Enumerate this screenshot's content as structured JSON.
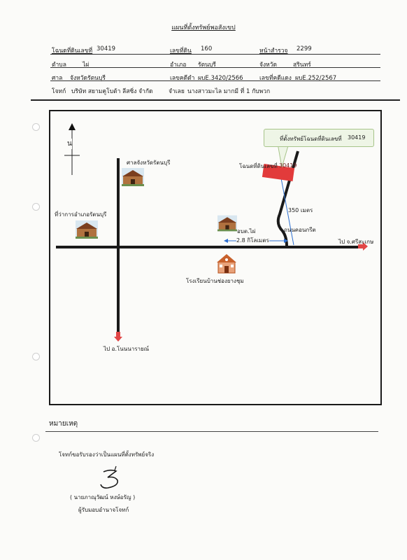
{
  "header": {
    "title": "แผนที่ตั้งทรัพย์พอสังเขป",
    "row1": {
      "deed_label": "โฉนดที่ดินเลขที่",
      "deed_value": "30419",
      "land_no_label": "เลขที่ดิน",
      "land_no_value": "160",
      "survey_label": "หน้าสำรวจ",
      "survey_value": "2299"
    },
    "row2": {
      "tambon_label": "ตำบล",
      "tambon_value": "ไผ่",
      "amphoe_label": "อำเภอ",
      "amphoe_value": "รัตนบุรี",
      "province_label": "จังหวัด",
      "province_value": "สุรินทร์"
    },
    "row3": {
      "court_label": "ศาล",
      "court_value": "จังหวัดรัตนบุรี",
      "case_black_label": "เลขคดีดำ",
      "case_black_value": "ผบE.3420/2566",
      "case_red_label": "เลขที่คดีแดง",
      "case_red_value": "ผบE.252/2567"
    },
    "row4": {
      "plaintiff_label": "โจทก์",
      "plaintiff_value": "บริษัท สยามคูโบต้า ลีสซิ่ง จำกัด",
      "defendant_label": "จำเลย",
      "defendant_value": "นางสาวมะไล มากมี ที่ 1 กับพวก"
    }
  },
  "map": {
    "north": "น",
    "court_building": "ศาลจังหวัดรัตนบุรี",
    "district_office": "ที่ว่าการอำเภอรัตนบุรี",
    "property_note": "ที่ตั้งทรัพย์โฉนดที่ดินเลขที่",
    "property_note_number": "30419",
    "deed_marker": "โฉนดที่ดินเลขที่",
    "deed_marker_number": "30419",
    "distance_side": "350 เมตร",
    "concrete_road": "ถนนคอนกรีต",
    "tambon_office": "อบต.ไผ่",
    "distance_main": "2.8 กิโลเมตร",
    "to_sisaket": "ไป จ.ศรีสะเกษ",
    "school": "โรงเรียนบ้านช่องยางชุม",
    "to_nonnarai": "ไป อ.โนนนารายณ์"
  },
  "remarks": {
    "heading": "หมายเหตุ",
    "certify": "โจทก์ขอรับรองว่าเป็นแผนที่ตั้งทรัพย์จริง",
    "signer_name": "(   นายภาณุวัฒน์ หงษ์อรัญ   )",
    "signer_role": "ผู้รับมอบอำนาจโจทก์"
  },
  "colors": {
    "arrow_red": "#e14646",
    "parcel_red": "#e23b3b",
    "measure_blue": "#2d6fd1",
    "note_green": "#a7c48a"
  }
}
